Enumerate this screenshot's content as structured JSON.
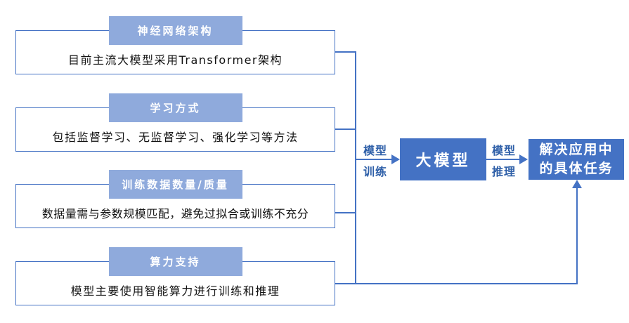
{
  "diagram": {
    "factors": [
      {
        "title": "神经网络架构",
        "desc": "目前主流大模型采用Transformer架构"
      },
      {
        "title": "学习方式",
        "desc": "包括监督学习、无监督学习、强化学习等方法"
      },
      {
        "title": "训练数据数量/质量",
        "desc": "数据量需与参数规模匹配，避免过拟合或训练不充分"
      },
      {
        "title": "算力支持",
        "desc": "模型主要使用智能算力进行训练和推理"
      }
    ],
    "training_label": {
      "line1": "模型",
      "line2": "训练"
    },
    "model_box": "大模型",
    "inference_label": {
      "line1": "模型",
      "line2": "推理"
    },
    "task_box": {
      "line1": "解决应用中",
      "line2": "的具体任务"
    }
  },
  "palette": {
    "background": "#FFFFFF",
    "tab_fill": "#8FAADC",
    "tab_text": "#FFFFFF",
    "box_border": "#4472C4",
    "connector": "#4472C4",
    "solid_box_fill": "#4472C4",
    "solid_box_text": "#FFFFFF",
    "flow_label_text": "#2E5FA8",
    "body_text": "#111111"
  }
}
